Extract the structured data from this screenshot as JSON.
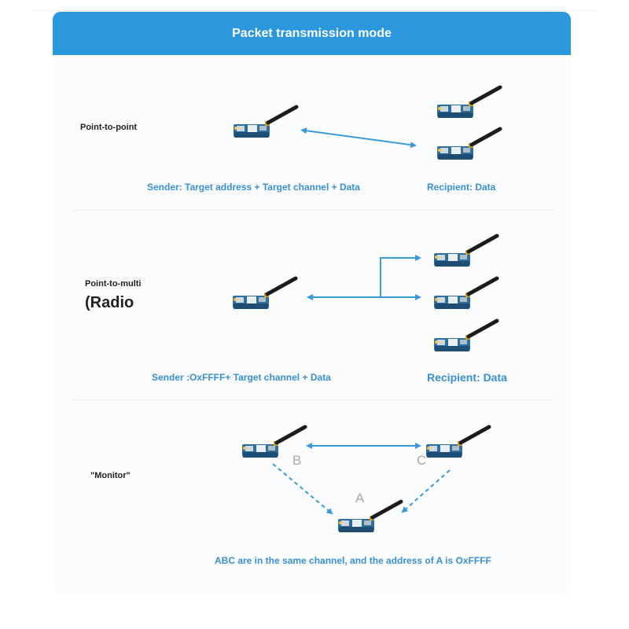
{
  "header": {
    "title": "Packet transmission mode"
  },
  "modes": [
    {
      "label": "Point-to-point",
      "sender_caption": "Sender: Target address + Target channel + Data",
      "recipient_caption": "Recipient: Data"
    },
    {
      "label": "Point-to-multi",
      "sublabel": "(Radio",
      "sender_caption": "Sender :OxFFFF+ Target channel + Data",
      "recipient_caption": "Recipient: Data"
    },
    {
      "label": "\"Monitor\"",
      "nodes": [
        "A",
        "B",
        "C"
      ],
      "caption": "ABC are in the same channel, and the address of A is OxFFFF"
    }
  ],
  "colors": {
    "header": "#2b97dd",
    "caption": "#3a8fd0",
    "arrow": "#3a9ad9",
    "board": "#2f6f9e",
    "antenna": "#1c1c1c"
  },
  "icons": [
    "lora-module-icon",
    "antenna-icon",
    "double-arrow-icon",
    "dashed-arrow-icon"
  ]
}
